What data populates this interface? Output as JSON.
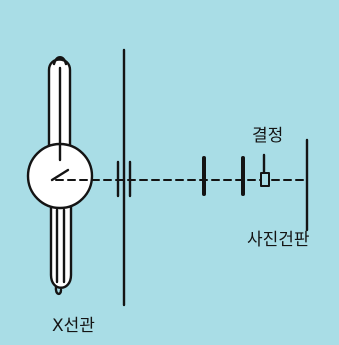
{
  "colors": {
    "background": "#a9dde6",
    "ink": "#141414",
    "tube_fill": "#ffffff"
  },
  "labels": {
    "crystal": "결정",
    "film": "사진건판",
    "xray_tube": "X선관"
  }
}
